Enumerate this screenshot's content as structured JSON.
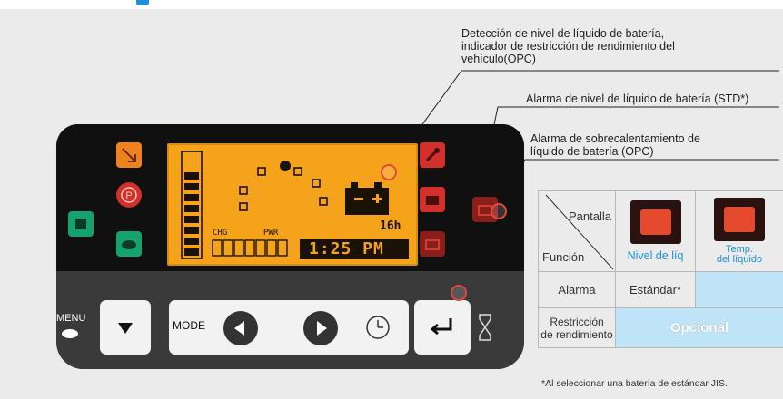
{
  "callouts": {
    "detection": [
      "Detección de nivel de líquido de batería,",
      "indicador de restricción de rendimiento del",
      "vehículo(OPC)"
    ],
    "level_alarm": "Alarma de nivel de líquido de batería (STD*)",
    "overheat": [
      "Alarma de sobrecalentamiento de",
      "líquido de batería (OPC)"
    ]
  },
  "lcd": {
    "hours": "16h",
    "chg_label": "CHG",
    "pwr_label": "PWR",
    "time": "1:25 PM"
  },
  "keypad": {
    "menu_label": "MENU",
    "mode_label": "MODE"
  },
  "table": {
    "header_pantalla": "Pantalla",
    "header_funcion": "Función",
    "col1_name": "Nivel de líq",
    "col2_name_line1": "Temp.",
    "col2_name_line2": "del líquido",
    "row_alarma": "Alarma",
    "row_alarma_val": "Estándar*",
    "row_restr_line1": "Restricción",
    "row_restr_line2": "de rendimiento",
    "row_restr_val": "Opcional"
  },
  "footnote": "*Al seleccionar una batería de estándar JIS.",
  "colors": {
    "lcd": "#f6a31c",
    "indicator_red": "#d2302a",
    "indicator_orange": "#f0821e",
    "indicator_green": "#14a36d",
    "table_blue": "#bfe4f7",
    "callout_ring": "#e8483a",
    "title_accent": "#1e8fd0"
  }
}
